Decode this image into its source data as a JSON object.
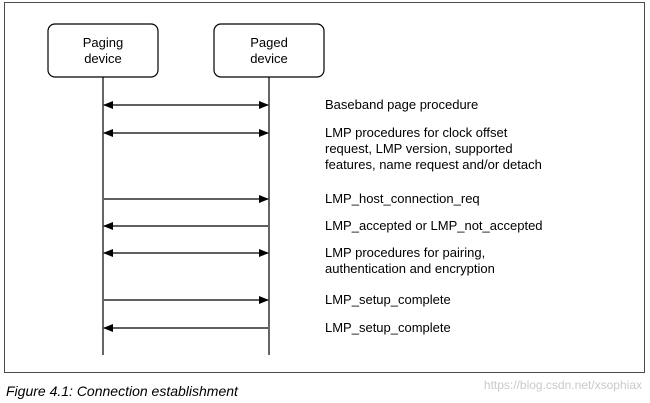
{
  "participants": {
    "paging": "Paging\ndevice",
    "paged": "Paged\ndevice"
  },
  "messages": [
    {
      "label": "Baseband page procedure",
      "direction": "both"
    },
    {
      "label": "LMP procedures for clock offset\nrequest, LMP version, supported\nfeatures, name request and/or detach",
      "direction": "both"
    },
    {
      "label": "LMP_host_connection_req",
      "direction": "right"
    },
    {
      "label": "LMP_accepted or LMP_not_accepted",
      "direction": "left"
    },
    {
      "label": "LMP procedures for pairing,\nauthentication and encryption",
      "direction": "both"
    },
    {
      "label": "LMP_setup_complete",
      "direction": "right"
    },
    {
      "label": "LMP_setup_complete",
      "direction": "left"
    }
  ],
  "caption": "Figure 4.1:  Connection establishment",
  "watermark": "https://blog.csdn.net/xsophiax"
}
